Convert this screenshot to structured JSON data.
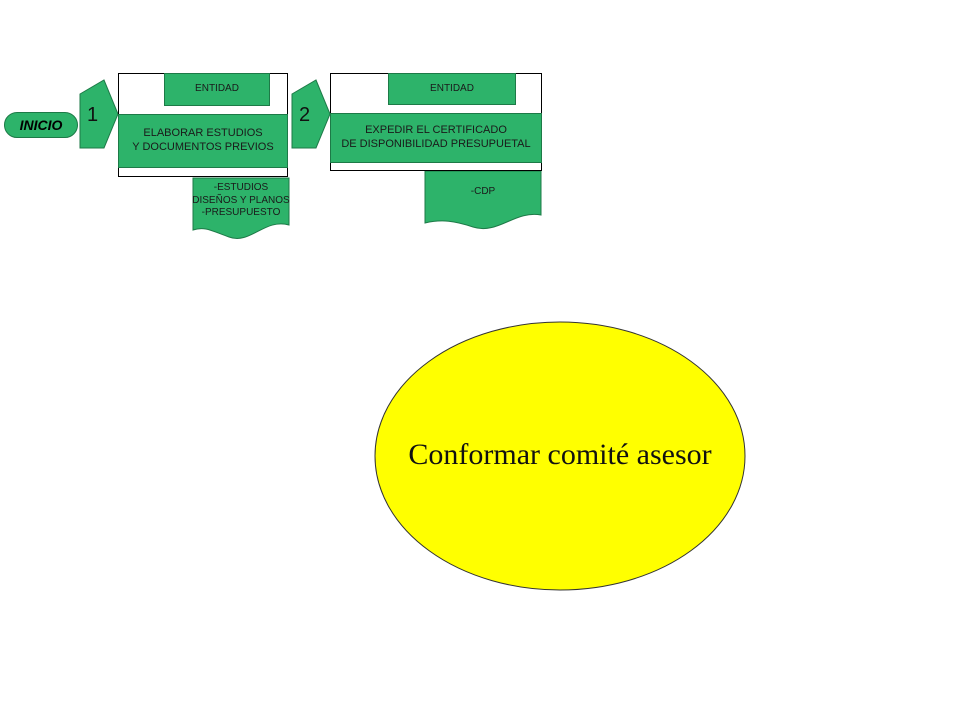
{
  "inicio": "INICIO",
  "steps": [
    {
      "number": "1",
      "entidad": "ENTIDAD",
      "actividad": "ELABORAR ESTUDIOS\nY DOCUMENTOS PREVIOS",
      "documento": "-ESTUDIOS\nDISEÑOS Y PLANOS\n-PRESUPUESTO"
    },
    {
      "number": "2",
      "entidad": "ENTIDAD",
      "actividad": "EXPEDIR EL CERTIFICADO\nDE DISPONIBILIDAD PRESUPUETAL",
      "documento": "-CDP"
    }
  ],
  "ellipse_label": "Conformar  comité  asesor",
  "colors": {
    "process": "#2db36a",
    "ellipse": "#ffff00"
  }
}
